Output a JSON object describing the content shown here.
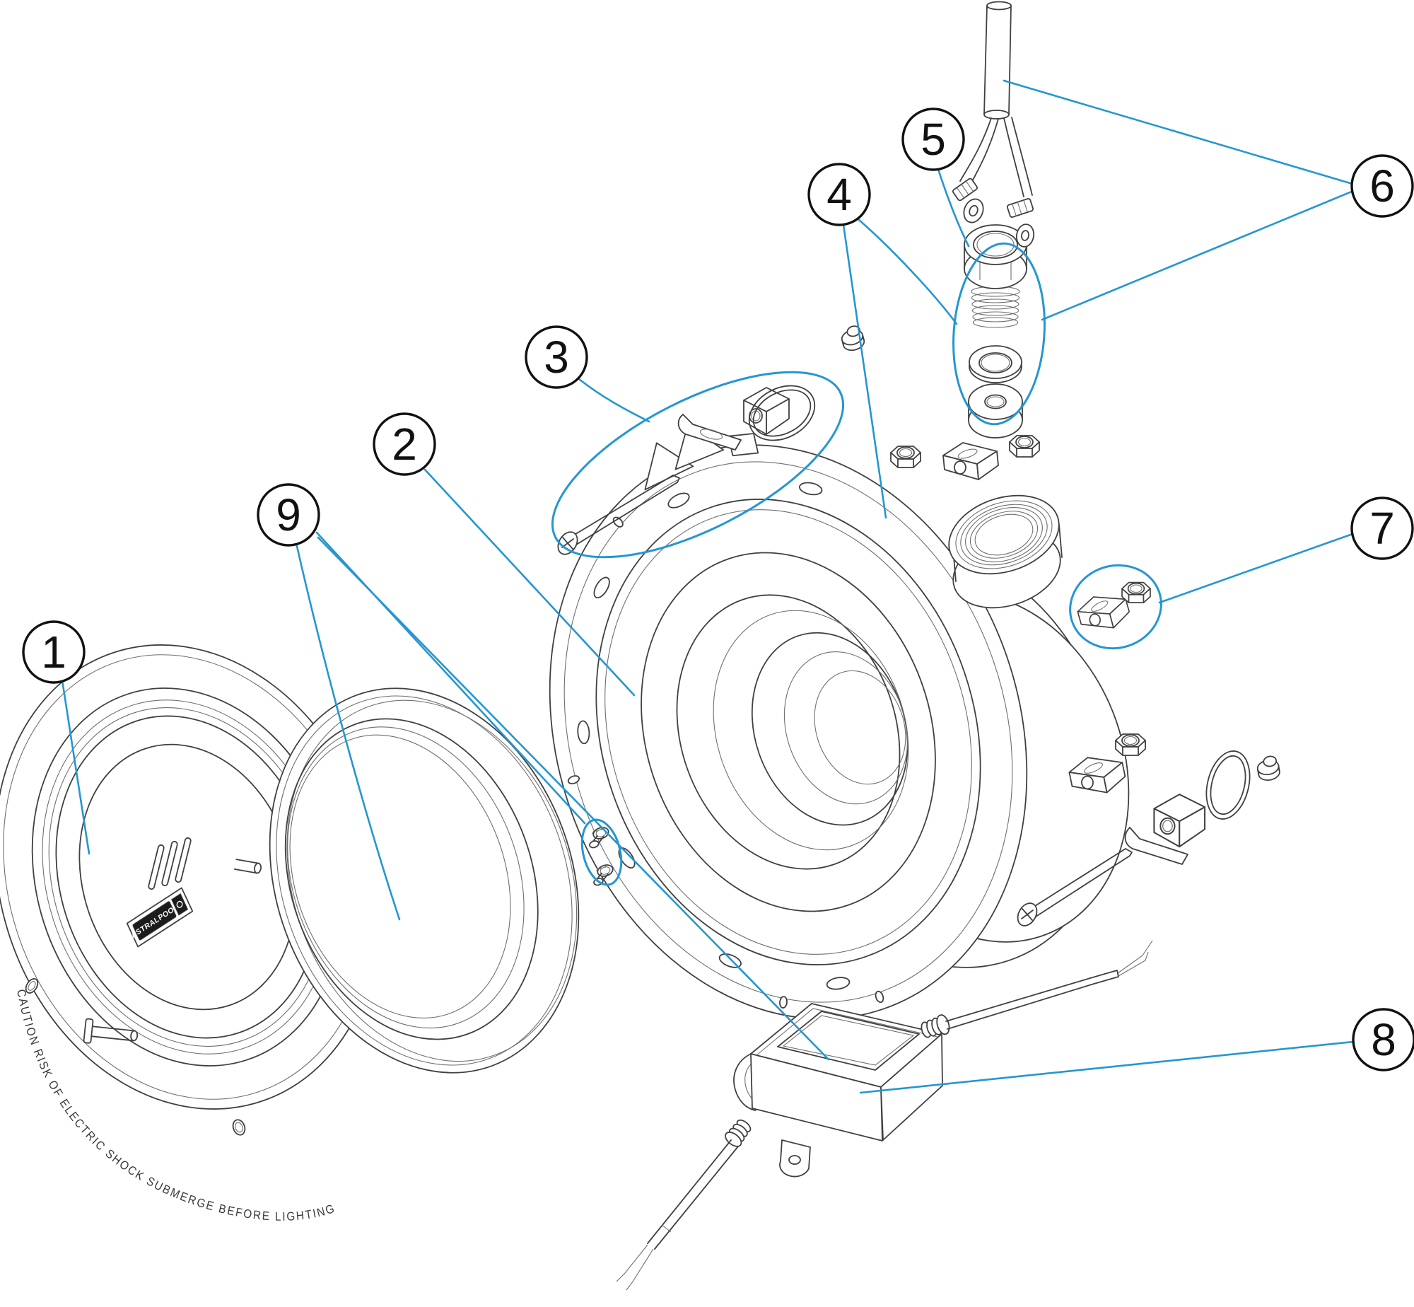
{
  "colors": {
    "accent": "#2596d1",
    "line": "#404040",
    "line-light": "#6f6f6f",
    "bg": "#ffffff",
    "ink": "#111111"
  },
  "callouts": [
    {
      "number": "1"
    },
    {
      "number": "2"
    },
    {
      "number": "3"
    },
    {
      "number": "4"
    },
    {
      "number": "5"
    },
    {
      "number": "6"
    },
    {
      "number": "7"
    },
    {
      "number": "8"
    },
    {
      "number": "9"
    }
  ],
  "ring": {
    "brand_label": "ASTRALPOOL",
    "caution_text": "CAUTION RISK OF ELECTRIC SHOCK SUBMERGE BEFORE LIGHTING"
  }
}
